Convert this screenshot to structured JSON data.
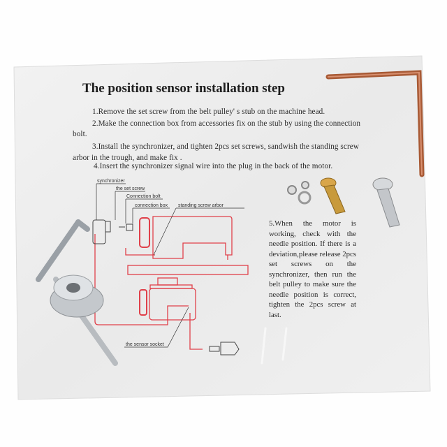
{
  "sheet": {
    "title": "The position sensor installation step",
    "steps": [
      "1.Remove the set screw from the belt pulley' s stub on the machine head.",
      "2.Make the connection box from accessories fix on the stub by using the connection",
      "bolt.",
      "3.Install the synchronizer, and tighten 2pcs set screws, sandwish the standing screw",
      "arbor in the trough, and make fix .",
      "4.Insert the synchronizer signal wire into the plug in the back of the motor."
    ],
    "step5": "5.When the motor is working, check with the needle position. If there is a deviation,please release 2pcs set screws on the synchronizer, then run the belt pulley to make sure the needle position is correct, tighten the 2pcs screw at last."
  },
  "diagram": {
    "labels": {
      "synchronizer": "synchronizer",
      "set_screw": "the set screw",
      "connection_bolt": "Connection bolt",
      "connection_box": "connection box",
      "standing_screw_arbor": "standing screw arbor",
      "sensor_socket": "the sensor socket"
    },
    "line_color": "#e0404a"
  },
  "colors": {
    "paper": "#eeeeee",
    "copper": "#b8683f",
    "steel": "#c9ccd0",
    "brass": "#c9a040"
  }
}
